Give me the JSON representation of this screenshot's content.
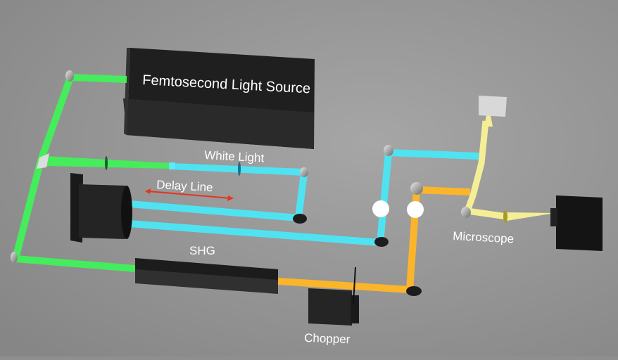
{
  "title": "Pump-probe femtosecond optical setup",
  "labels": {
    "source": "Femtosecond Light Source",
    "white_light": "White Light",
    "delay_line": "Delay Line",
    "shg": "SHG",
    "chopper": "Chopper",
    "microscope": "Microscope"
  },
  "colors": {
    "background": "#8f8f8f",
    "fundamental_beam": "#45ec5c",
    "probe_beam": "#4fe3f2",
    "pump_beam": "#fbb52b",
    "microscope_beam": "#f4ee96",
    "delay_arrow": "#e2361f",
    "device_dark": "#262626"
  },
  "beams": [
    {
      "name": "fundamental",
      "color_key": "fundamental_beam"
    },
    {
      "name": "white-light-probe",
      "color_key": "probe_beam"
    },
    {
      "name": "shg-pump",
      "color_key": "pump_beam"
    },
    {
      "name": "microscope-path",
      "color_key": "microscope_beam"
    }
  ]
}
